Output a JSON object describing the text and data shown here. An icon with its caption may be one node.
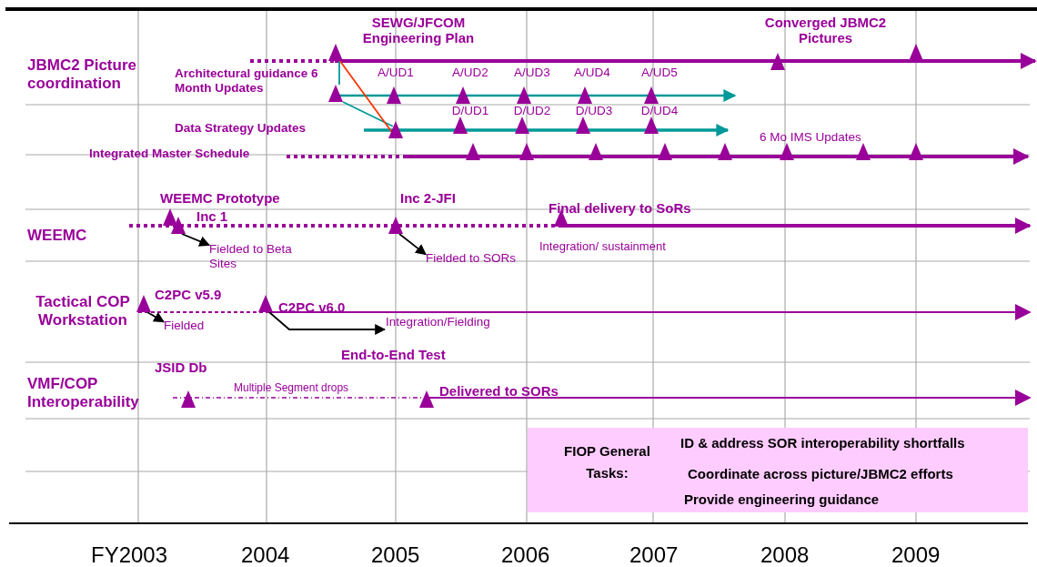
{
  "diagram": {
    "nodes": [
      {
        "text": [],
        "shape": "triangle"
      },
      {
        "text": [
          "Fielded to Beta Sites"
        ]
      },
      {
        "text": [],
        "shape": "triangle"
      },
      {
        "text": [
          "Fielded to SORs"
        ]
      },
      {
        "text": [],
        "shape": "triangle"
      },
      {
        "text": [
          "Fielded"
        ]
      },
      {
        "text": [],
        "shape": "triangle"
      },
      {
        "text": [
          "Integration/Fielding"
        ]
      },
      {
        "text": [
          "FIOP General Tasks:",
          "ID & address SOR interoperability shortfalls",
          "Coordinate across picture/JBMC2 efforts",
          "Provide engineering guidance"
        ]
      },
      {
        "text": [],
        "shape": "triangle"
      },
      {
        "text": [],
        "shape": "triangle"
      },
      {
        "text": [],
        "shape": "triangle"
      },
      {
        "text": [],
        "shape": "triangle"
      },
      {
        "text": [],
        "shape": "triangle"
      },
      {
        "text": [],
        "shape": "triangle"
      },
      {
        "text": [],
        "shape": "triangle"
      },
      {
        "text": [],
        "shape": "triangle"
      },
      {
        "text": [],
        "shape": "triangle"
      },
      {
        "text": [],
        "shape": "triangle"
      },
      {
        "text": [],
        "shape": "triangle"
      },
      {
        "text": [],
        "shape": "triangle"
      },
      {
        "text": [],
        "shape": "triangle"
      },
      {
        "text": [],
        "shape": "triangle"
      },
      {
        "text": [],
        "shape": "triangle"
      },
      {
        "text": [],
        "shape": "triangle"
      },
      {
        "text": [],
        "shape": "triangle"
      },
      {
        "text": [],
        "shape": "triangle"
      },
      {
        "text": [],
        "shape": "triangle"
      },
      {
        "text": [],
        "shape": "triangle"
      },
      {
        "text": [],
        "shape": "triangle"
      },
      {
        "text": [],
        "shape": "triangle"
      },
      {
        "text": [],
        "shape": "triangle"
      },
      {
        "text": [],
        "shape": "triangle"
      },
      {
        "text": [],
        "shape": "triangle"
      },
      {
        "text": [],
        "shape": "triangle"
      }
    ],
    "edges": [
      {
        "from": 0,
        "to": 1,
        "arrow": "to"
      },
      {
        "from": 2,
        "to": 3,
        "arrow": "to"
      },
      {
        "from": 4,
        "to": 5,
        "arrow": "to"
      },
      {
        "from": 6,
        "to": 7,
        "arrow": "to"
      },
      {
        "from": 9,
        "to": 12,
        "arrow": "none",
        "color": "#009999"
      },
      {
        "from": 12,
        "to": 18,
        "arrow": "none",
        "color": "#009999"
      },
      {
        "from": 9,
        "to": 18,
        "arrow": "none",
        "color": "#ff3300"
      }
    ],
    "labels": [
      "SEWG/JFCOM Engineering Plan",
      "Converged JBMC2 Pictures",
      "JBMC2 Picture coordination",
      "Architectural guidance 6 Month Updates",
      "A/UD1",
      "A/UD2",
      "A/UD3",
      "A/UD4",
      "A/UD5",
      "D/UD1",
      "D/UD2",
      "D/UD3",
      "D/UD4",
      "Data Strategy Updates",
      "6 Mo IMS Updates",
      "Integrated Master Schedule",
      "WEEMC Prototype",
      "Inc 2-JFI",
      "Final delivery to SoRs",
      "Inc 1",
      "WEEMC",
      "Integration/ sustainment",
      "C2PC v5.9",
      "Tactical COP Workstation",
      "C2PC v6.0",
      "End-to-End Test",
      "JSID Db",
      "VMF/COP Interoperability",
      "Multiple Segment drops",
      "Delivered to SORs",
      "FY2003",
      "2004",
      "2005",
      "2006",
      "2007",
      "2008",
      "2009"
    ]
  }
}
